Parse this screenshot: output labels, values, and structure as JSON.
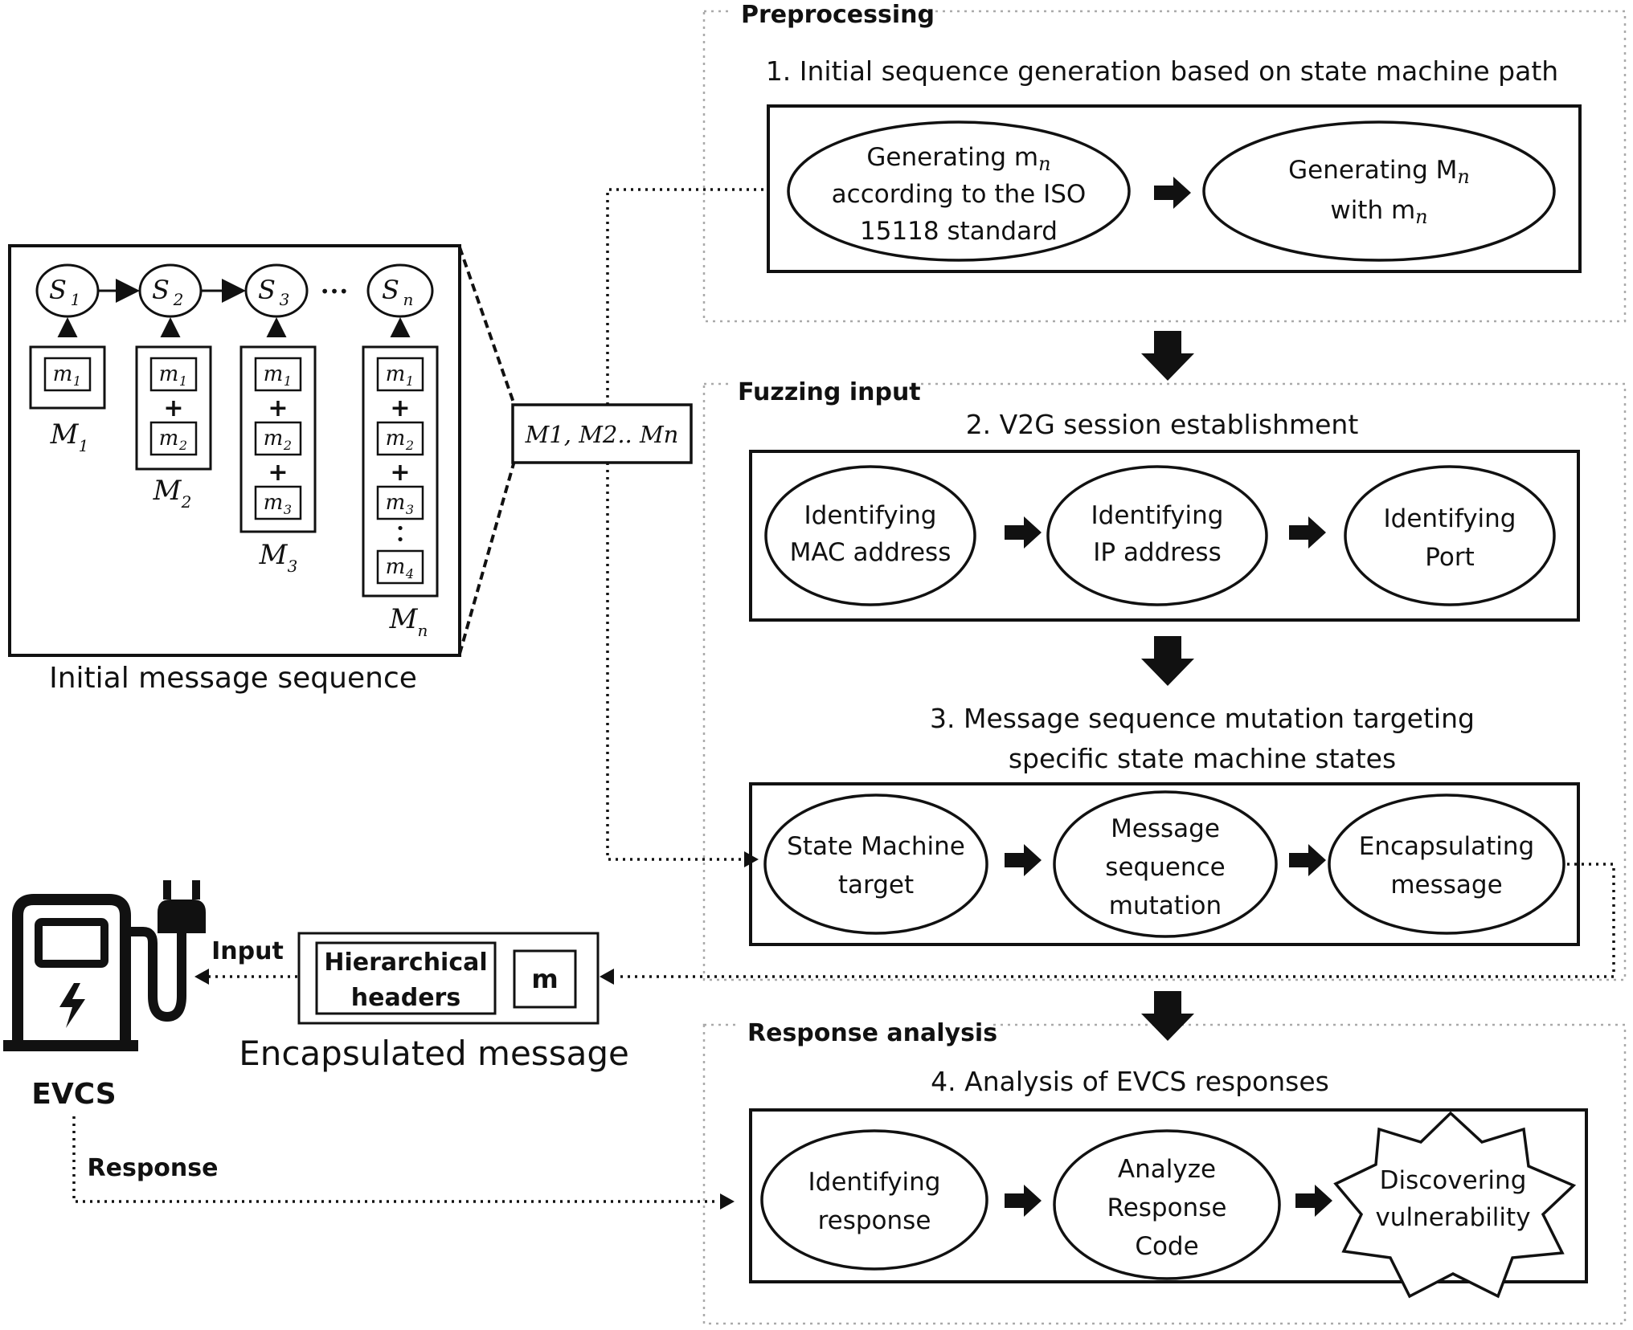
{
  "sections": {
    "preprocessing": {
      "title": "Preprocessing",
      "step": "1. Initial sequence generation based on state machine path",
      "nodes": [
        [
          "Generating m",
          "according to the ISO",
          "15118 standard"
        ],
        [
          "Generating M",
          "with m"
        ]
      ]
    },
    "fuzzing": {
      "title": "Fuzzing input",
      "step2": "2. V2G session establishment",
      "nodes2": [
        [
          "Identifying",
          "MAC address"
        ],
        [
          "Identifying",
          "IP address"
        ],
        [
          "Identifying",
          "Port"
        ]
      ],
      "step3_line1": "3. Message sequence mutation targeting",
      "step3_line2": "specific state machine states",
      "nodes3": [
        [
          "State Machine",
          "target"
        ],
        [
          "Message",
          "sequence",
          "mutation"
        ],
        [
          "Encapsulating",
          "message"
        ]
      ]
    },
    "response": {
      "title": "Response analysis",
      "step": "4. Analysis of EVCS responses",
      "nodes": [
        [
          "Identifying",
          "response"
        ],
        [
          "Analyze",
          "Response",
          "Code"
        ],
        [
          "Discovering",
          "vulnerability"
        ]
      ]
    }
  },
  "initial_sequence": {
    "caption": "Initial message sequence",
    "states": [
      "S1",
      "S2",
      "S3",
      "Sn"
    ],
    "ellipsis": "•••",
    "plus": "+",
    "vdots": "•",
    "boxes": [
      {
        "label": "M1",
        "items": [
          "m1"
        ]
      },
      {
        "label": "M2",
        "items": [
          "m1",
          "m2"
        ]
      },
      {
        "label": "M3",
        "items": [
          "m1",
          "m2",
          "m3"
        ]
      },
      {
        "label": "Mn",
        "items": [
          "m1",
          "m2",
          "m3",
          "m4"
        ]
      }
    ],
    "summary": "M1, M2.. Mn"
  },
  "encapsulated": {
    "caption": "Encapsulated message",
    "header_line1": "Hierarchical",
    "header_line2": "headers",
    "m": "m"
  },
  "evcs": {
    "label": "EVCS",
    "input_label": "Input",
    "response_label": "Response"
  }
}
